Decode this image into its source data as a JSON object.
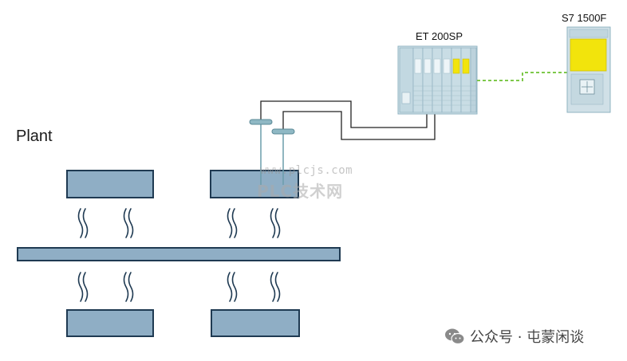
{
  "labels": {
    "plant": "Plant",
    "et200sp": "ET 200SP",
    "s7_1500f": "S7 1500F"
  },
  "watermark": {
    "url": "www.plcjs.com",
    "brand": "PLC技术网"
  },
  "wechat": {
    "account": "公众号 · 屯蒙闲谈"
  },
  "colors": {
    "slab_fill": "#8faec5",
    "slab_stroke": "#1f3a52",
    "device_body": "#c9dbe3",
    "yellow_module": "#f2e40c",
    "network_dashed": "#7ec84a",
    "wire": "#222222",
    "sensor": "#6b9dab"
  },
  "icons": [
    "heat-wave-icon",
    "temperature-sensor-icon",
    "wechat-icon"
  ]
}
